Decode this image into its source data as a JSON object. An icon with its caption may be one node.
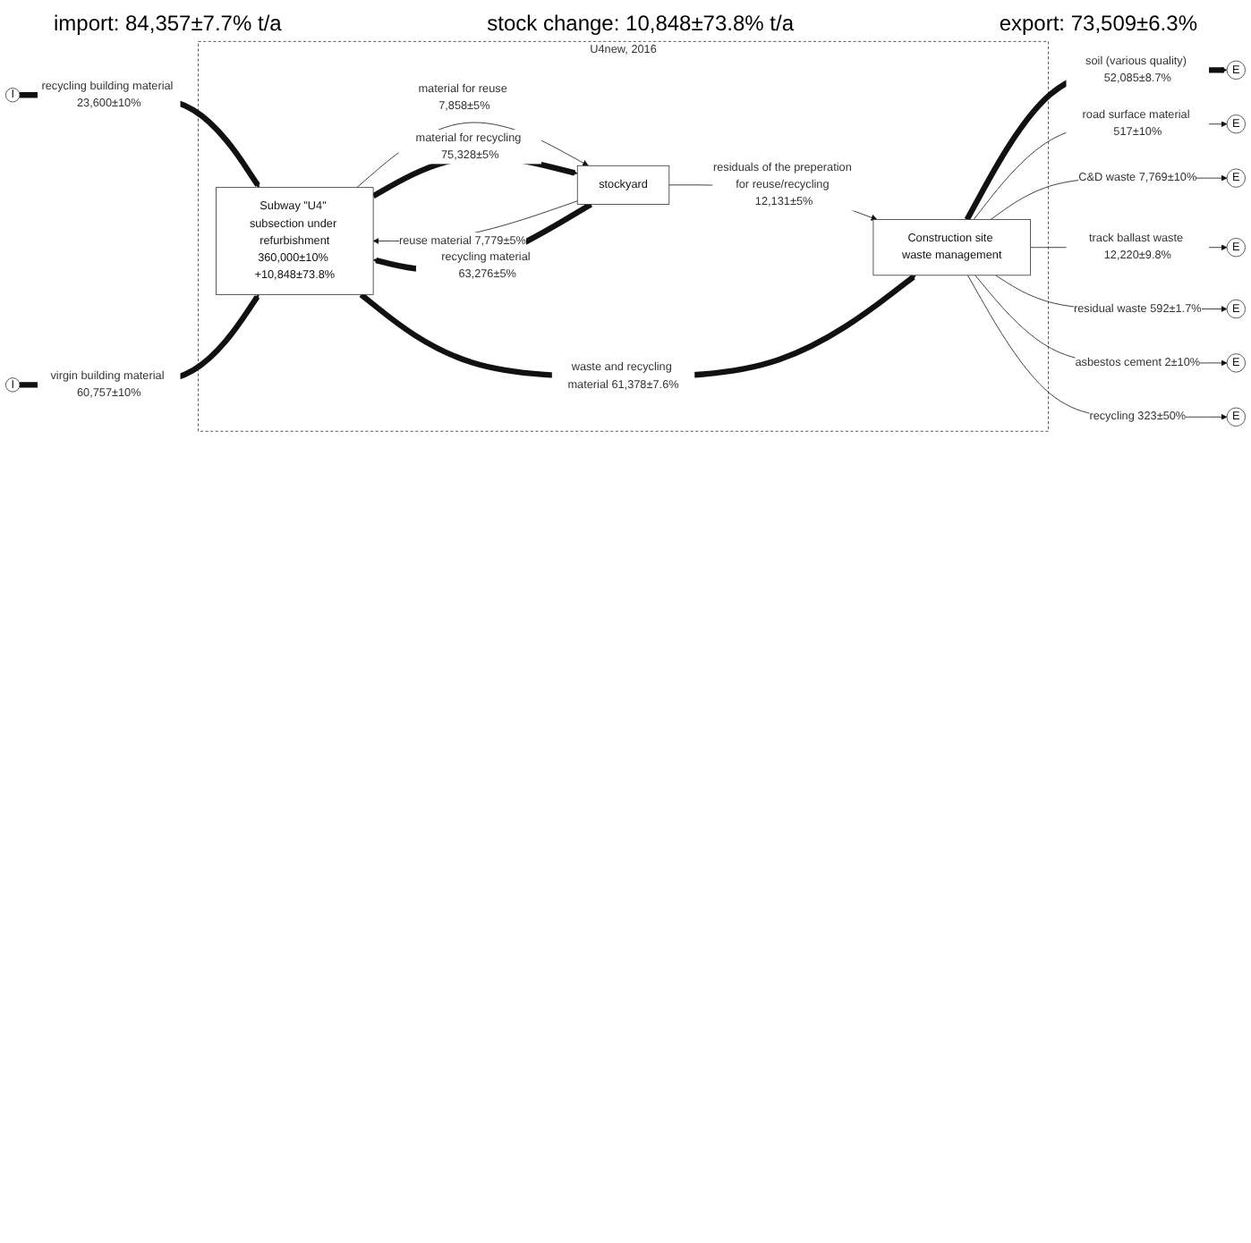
{
  "diagram": {
    "nodes": [
      {
        "text": [
          "U4new, 2016"
        ]
      },
      {
        "text": [
          "I"
        ]
      },
      {
        "text": [
          "I"
        ]
      },
      {
        "text": [
          "Subway \"U4\" subsection under refurbishment",
          "360,000±10% +10,848±73.8%"
        ],
        "in": 0
      },
      {
        "text": [
          "stockyard"
        ],
        "in": 0
      },
      {
        "text": [
          "Construction site waste management"
        ],
        "in": 0
      },
      {
        "text": [
          "E"
        ]
      },
      {
        "text": [
          "E"
        ]
      },
      {
        "text": [
          "E"
        ]
      },
      {
        "text": [
          "E"
        ]
      },
      {
        "text": [
          "E"
        ]
      },
      {
        "text": [
          "E"
        ]
      },
      {
        "text": [
          "E"
        ]
      }
    ],
    "edges": [
      {
        "from": 1,
        "to": 3,
        "arrow": "to",
        "label": "recycling building material 23,600±10%",
        "style": "thick"
      },
      {
        "from": 2,
        "to": 3,
        "arrow": "to",
        "label": "virgin building material 60,757±10%",
        "style": "thick"
      },
      {
        "from": 3,
        "to": 4,
        "arrow": "to",
        "label": "material for reuse 7,858±5%"
      },
      {
        "from": 3,
        "to": 4,
        "arrow": "to",
        "label": "material for recycling 75,328±5%",
        "style": "thick"
      },
      {
        "from": 4,
        "to": 3,
        "arrow": "to",
        "label": "reuse material 7,779±5%"
      },
      {
        "from": 4,
        "to": 3,
        "arrow": "to",
        "label": "recycling material 63,276±5%",
        "style": "thick"
      },
      {
        "from": 4,
        "to": 5,
        "arrow": "to",
        "label": "residuals of the preperation for reuse/recycling 12,131±5%"
      },
      {
        "from": 3,
        "to": 5,
        "arrow": "to",
        "label": "waste and recycling material 61,378±7.6%",
        "style": "thick"
      },
      {
        "from": 5,
        "to": 6,
        "arrow": "to",
        "label": "soil (various quality) 52,085±8.7%",
        "style": "thick"
      },
      {
        "from": 5,
        "to": 7,
        "arrow": "to",
        "label": "road surface material 517±10%"
      },
      {
        "from": 5,
        "to": 8,
        "arrow": "to",
        "label": "C&D waste 7,769±10%"
      },
      {
        "from": 5,
        "to": 9,
        "arrow": "to",
        "label": "track ballast waste 12,220±9.8%"
      },
      {
        "from": 5,
        "to": 10,
        "arrow": "to",
        "label": "residual waste 592±1.7%"
      },
      {
        "from": 5,
        "to": 11,
        "arrow": "to",
        "label": "asbestos cement 2±10%"
      },
      {
        "from": 5,
        "to": 12,
        "arrow": "to",
        "label": "recycling 323±50%"
      }
    ],
    "labels": [
      "import: 84,357±7.7% t/a",
      "stock change: 10,848±73.8% t/a",
      "export: 73,509±6.3%"
    ]
  }
}
